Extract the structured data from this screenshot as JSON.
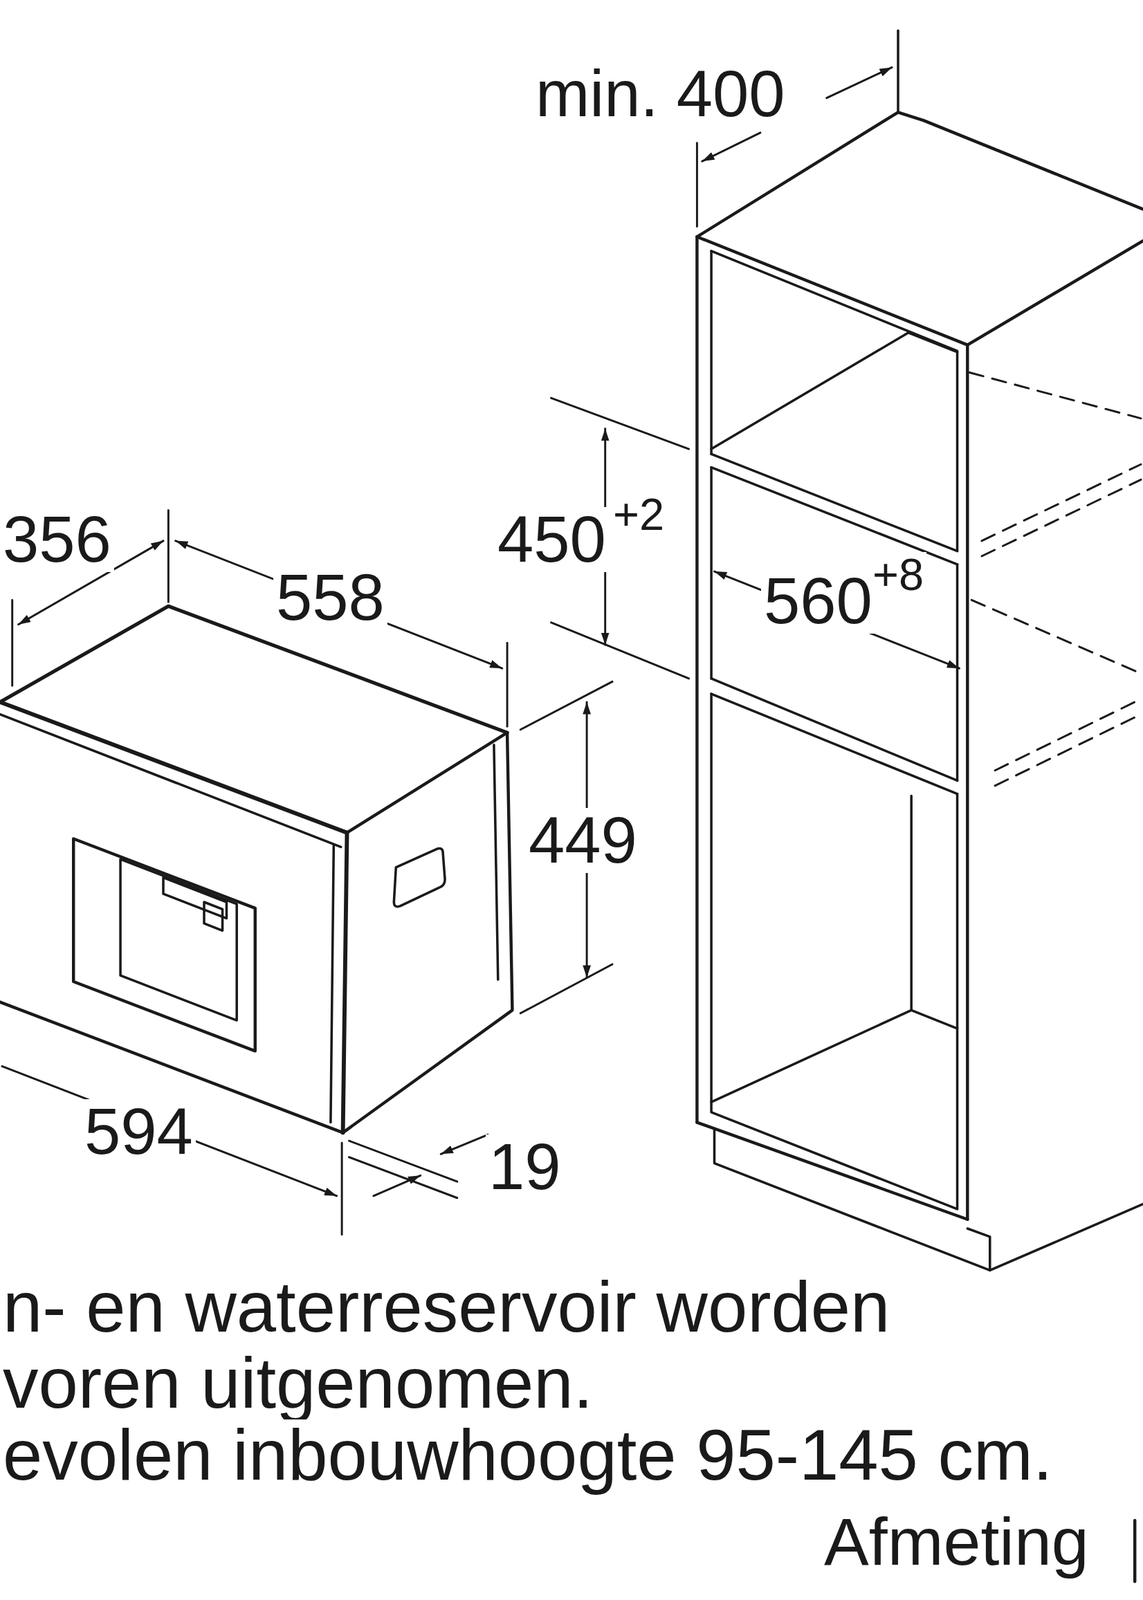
{
  "diagram": {
    "labels": [
      "min. 400",
      "356",
      "558",
      "450",
      "+2",
      "560",
      "+8",
      "449",
      "594",
      "19",
      "n- en waterreservoir worden",
      "voren uitgenomen.",
      "evolen inbouwhoogte 95-145 cm.",
      "Afmeting"
    ]
  }
}
